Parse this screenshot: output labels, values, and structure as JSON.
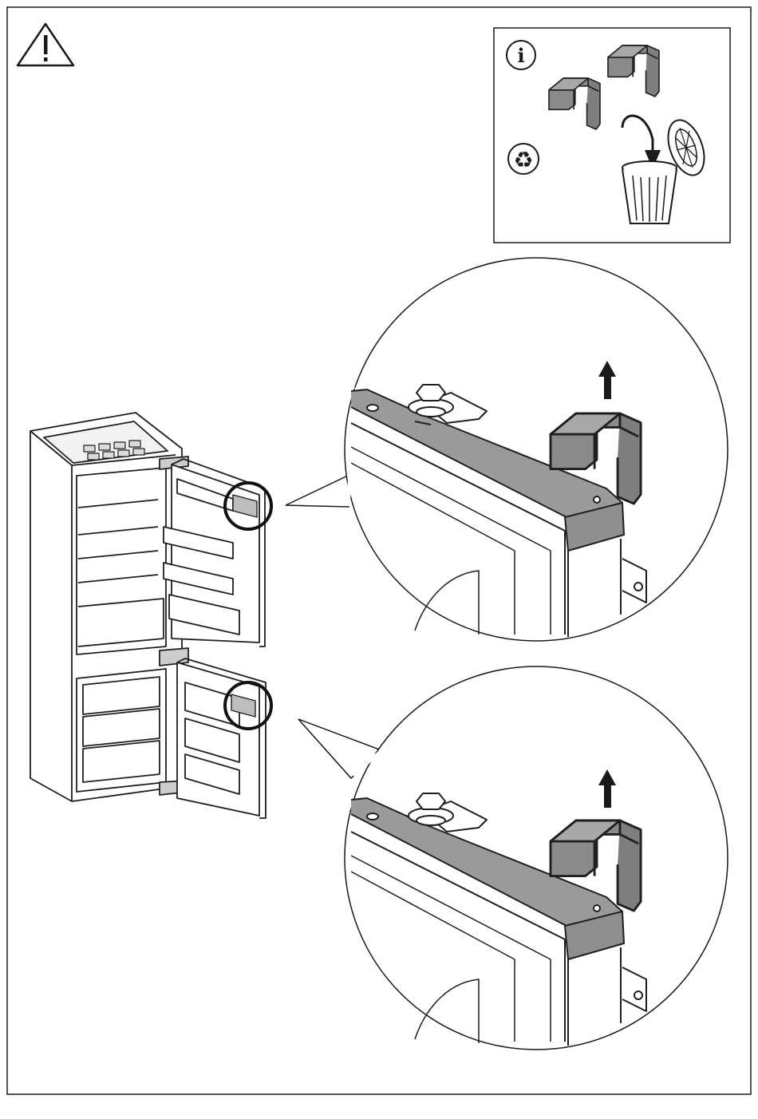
{
  "page": {
    "colors": {
      "frame": "#1a1a1a",
      "page": "#ffffff",
      "clip_fill": "#8a8a8a",
      "rail_fill": "#9a9a9a",
      "line": "#1f1f1f"
    }
  },
  "warning_box": {
    "icon": "warning-triangle-icon"
  },
  "info_panel": {
    "info_symbol": "i",
    "info_icon": "info-circle-icon",
    "recycle_symbol": "♻",
    "recycle_icon": "recycle-icon",
    "bin_icon": "trash-bin-icon",
    "arrow_icon": "curved-arrow-down-icon",
    "clips_icon": "transport-clip-icon"
  },
  "fridge": {
    "icon": "built-in-fridge-freezer-illustration",
    "callouts": [
      "upper-door-clip-callout",
      "lower-door-clip-callout"
    ]
  },
  "details": [
    {
      "id": "upper",
      "arrow_icon": "arrow-up-icon",
      "clip_icon": "transport-clip-icon"
    },
    {
      "id": "lower",
      "arrow_icon": "arrow-up-icon",
      "clip_icon": "transport-clip-icon"
    }
  ]
}
